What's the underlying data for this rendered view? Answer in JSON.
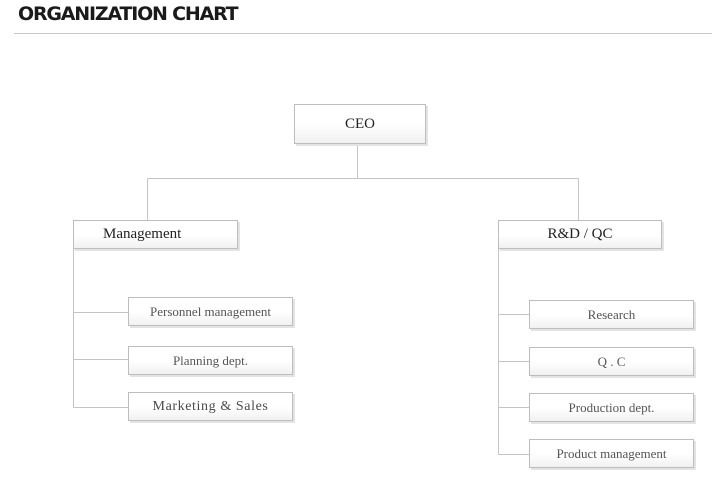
{
  "page": {
    "title": "ORGANIZATION CHART"
  },
  "chart": {
    "root": {
      "label": "CEO"
    },
    "departments": [
      {
        "label": "Management",
        "units": [
          "Personnel management",
          "Planning dept.",
          "Marketing & Sales"
        ]
      },
      {
        "label": "R&D / QC",
        "units": [
          "Research",
          "Q . C",
          "Production dept.",
          "Product management"
        ]
      }
    ]
  }
}
